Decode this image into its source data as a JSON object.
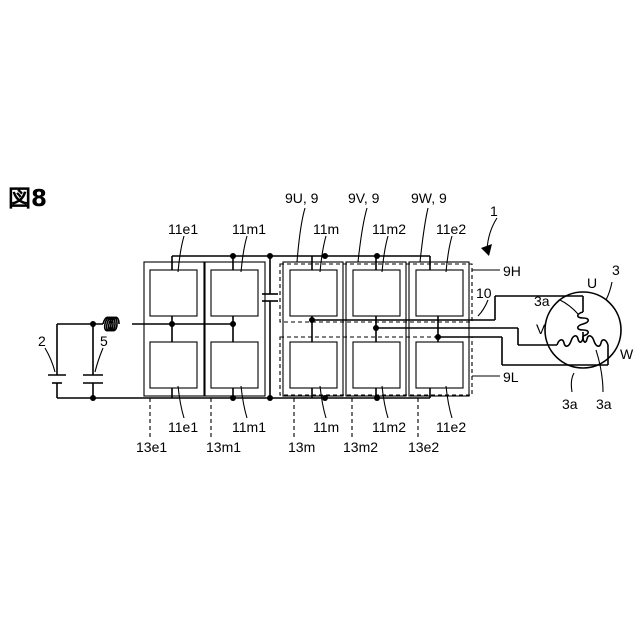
{
  "figure": {
    "title": "図8",
    "labels": {
      "ref_1": "1",
      "ref_2": "2",
      "ref_5": "5",
      "ref_3": "3",
      "ref_10": "10",
      "ref_9H": "9H",
      "ref_9L": "9L",
      "ref_U": "U",
      "ref_V": "V",
      "ref_W": "W",
      "ref_3a_top": "3a",
      "ref_3a_left": "3a",
      "ref_3a_right": "3a",
      "ref_9U": "9U, 9",
      "ref_9V": "9V, 9",
      "ref_9W": "9W, 9",
      "top_11e1": "11e1",
      "top_11m1": "11m1",
      "top_11m": "11m",
      "top_11m2": "11m2",
      "top_11e2": "11e2",
      "bot_11e1": "11e1",
      "bot_11m1": "11m1",
      "bot_11m": "11m",
      "bot_11m2": "11m2",
      "bot_11e2": "11e2",
      "bot_13e1": "13e1",
      "bot_13m1": "13m1",
      "bot_13m": "13m",
      "bot_13m2": "13m2",
      "bot_13e2": "13e2"
    }
  }
}
